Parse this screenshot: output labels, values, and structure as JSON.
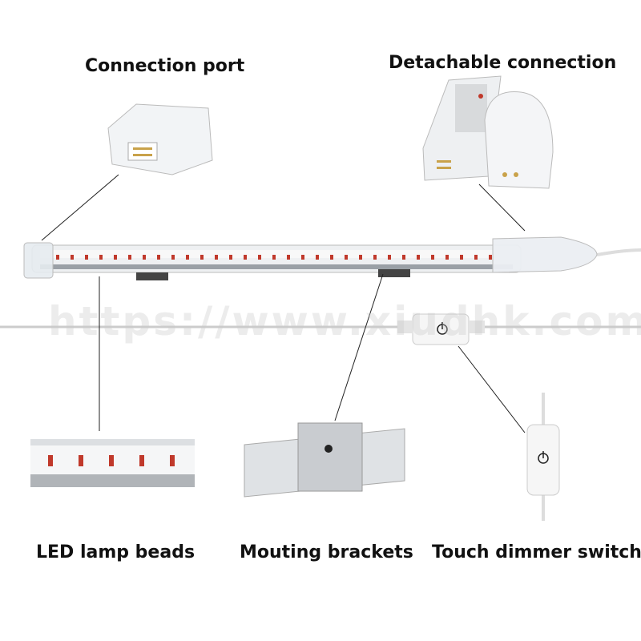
{
  "labels": {
    "connection_port": "Connection port",
    "detachable_connection": "Detachable connection",
    "led_lamp_beads": "LED lamp beads",
    "mounting_brackets": "Mouting brackets",
    "touch_dimmer_switch": "Touch dimmer switch"
  },
  "watermark": "https://www.xiudhk.com",
  "colors": {
    "led": "#c0392b",
    "tube": "#e8e8e8",
    "text": "#111111"
  }
}
